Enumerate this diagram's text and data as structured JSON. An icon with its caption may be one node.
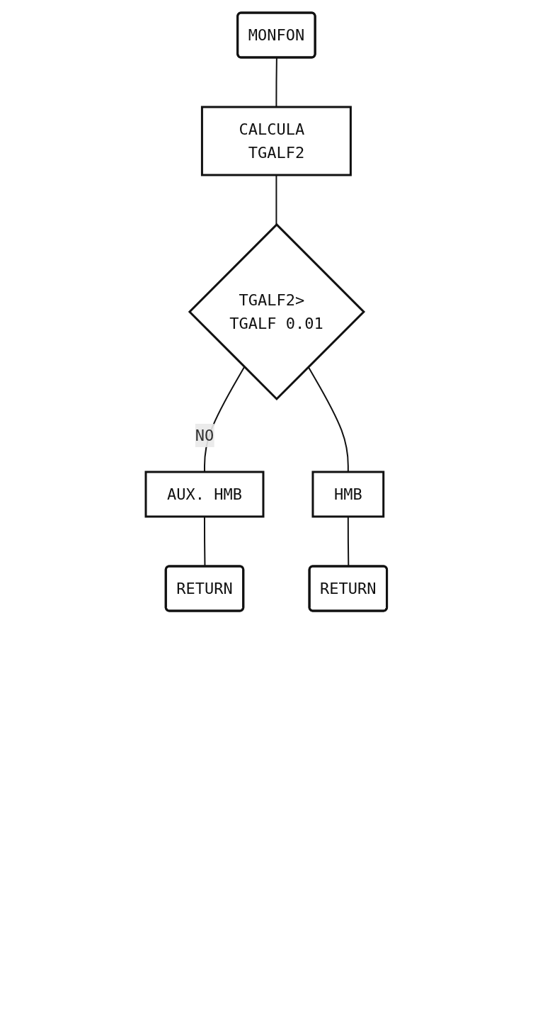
{
  "diagram": {
    "nodes": [
      {
        "text": [
          "MONFON"
        ]
      },
      {
        "text": [
          "CALCULA TGALF2"
        ]
      },
      {
        "text": [
          "TGALF2> TGALF 0.01"
        ]
      },
      {
        "text": [
          "HMB"
        ]
      },
      {
        "text": [
          "AUX. HMB"
        ]
      },
      {
        "text": [
          "RETURN"
        ]
      },
      {
        "text": [
          "RETURN"
        ]
      }
    ],
    "edges": [
      {
        "from": 0,
        "to": 1,
        "arrow": "none"
      },
      {
        "from": 1,
        "to": 2,
        "arrow": "none"
      },
      {
        "from": 2,
        "to": 4,
        "arrow": "none",
        "label": "NO"
      },
      {
        "from": 2,
        "to": 3,
        "arrow": "none"
      },
      {
        "from": 4,
        "to": 6,
        "arrow": "none"
      },
      {
        "from": 3,
        "to": 5,
        "arrow": "none"
      }
    ]
  }
}
